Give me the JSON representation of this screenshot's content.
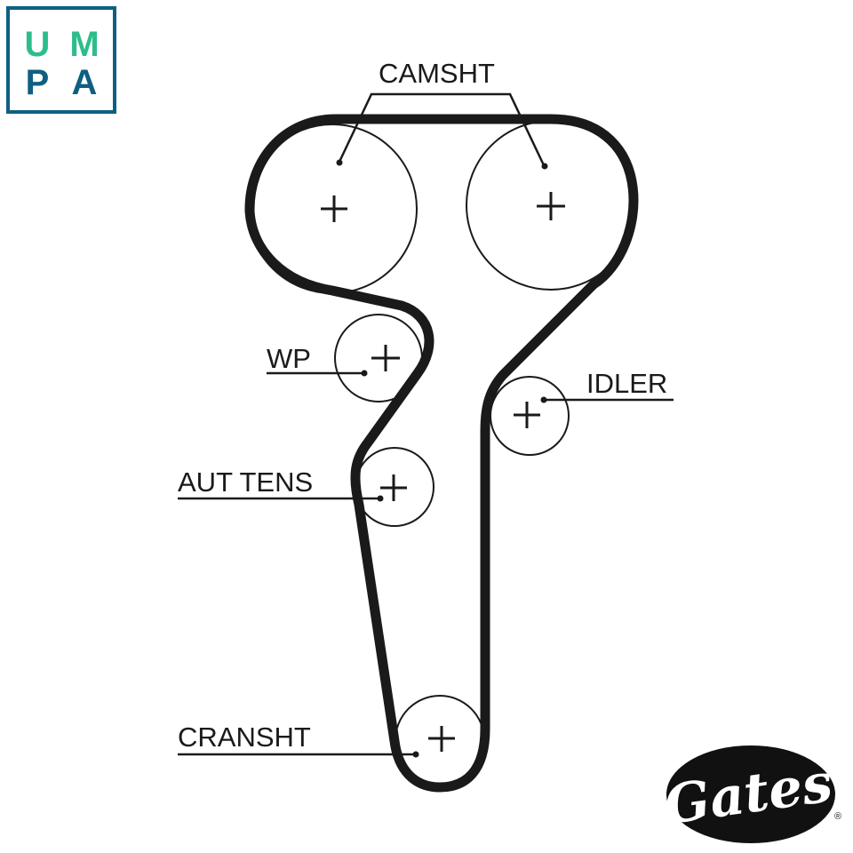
{
  "logo": {
    "letters": [
      "U",
      "M",
      "P",
      "A"
    ],
    "border_color": "#0f5f82",
    "top_color": "#2dbd8b",
    "bottom_color": "#0f5f82"
  },
  "brand": {
    "name": "Gates",
    "registered": "®",
    "background_color": "#111111"
  },
  "diagram": {
    "belt_color": "#1a1a1a",
    "labels": {
      "camshaft": "CAMSHT",
      "water_pump": "WP",
      "idler": "IDLER",
      "auto_tensioner": "AUT TENS",
      "crankshaft": "CRANSHT"
    }
  }
}
